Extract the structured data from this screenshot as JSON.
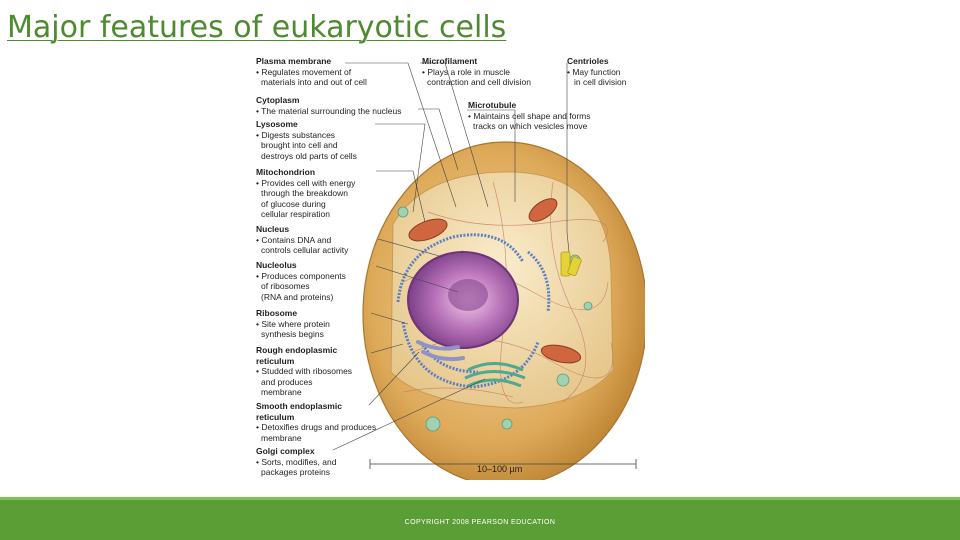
{
  "slide": {
    "title": "Major features of eukaryotic cells",
    "copyright": "COPYRIGHT 2008 PEARSON EDUCATION"
  },
  "diagram": {
    "left_labels": [
      {
        "heading": "Plasma membrane",
        "lines": [
          "• Regulates movement of",
          "materials into and out of cell"
        ]
      },
      {
        "heading": "Cytoplasm",
        "lines": [
          "• The material surrounding the nucleus"
        ]
      },
      {
        "heading": "Lysosome",
        "lines": [
          "• Digests substances",
          "brought into cell and",
          "destroys old parts of cells"
        ]
      },
      {
        "heading": "Mitochondrion",
        "lines": [
          "• Provides cell with energy",
          "through the breakdown",
          "of glucose during",
          "cellular respiration"
        ]
      },
      {
        "heading": "Nucleus",
        "lines": [
          "• Contains DNA and",
          "controls cellular activity"
        ]
      },
      {
        "heading": "Nucleolus",
        "lines": [
          "• Produces components",
          "of ribosomes",
          "(RNA and proteins)"
        ]
      },
      {
        "heading": "Ribosome",
        "lines": [
          "• Site where protein",
          "synthesis begins"
        ]
      },
      {
        "heading": "Rough endoplasmic",
        "heading2": "reticulum",
        "lines": [
          "• Studded with ribosomes",
          "and produces",
          "membrane"
        ]
      },
      {
        "heading": "Smooth endoplasmic",
        "heading2": "reticulum",
        "lines": [
          "• Detoxifies drugs and produces",
          "membrane"
        ]
      },
      {
        "heading": "Golgi complex",
        "lines": [
          "• Sorts, modifies, and",
          "packages proteins"
        ]
      }
    ],
    "top_labels": [
      {
        "heading": "Microfilament",
        "lines": [
          "• Plays a role in muscle",
          "contraction and cell division"
        ]
      },
      {
        "heading": "Centrioles",
        "lines": [
          "• May function",
          "in cell division"
        ]
      },
      {
        "heading": "Microtubule",
        "lines": [
          "• Maintains cell shape and forms",
          "tracks on which vesicles move"
        ]
      }
    ],
    "scale_label": "10–100 µm",
    "colors": {
      "title": "#4e8a2f",
      "footer": "#5a9e35",
      "cell_outer": "#d8a04c",
      "cytoplasm": "#e9c98a",
      "nucleus": "#b56ab6",
      "rough_er": "#5b7fc4",
      "golgi": "#5fb8a0",
      "mitochondrion": "#d0663f",
      "centriole": "#e3d23a"
    }
  }
}
